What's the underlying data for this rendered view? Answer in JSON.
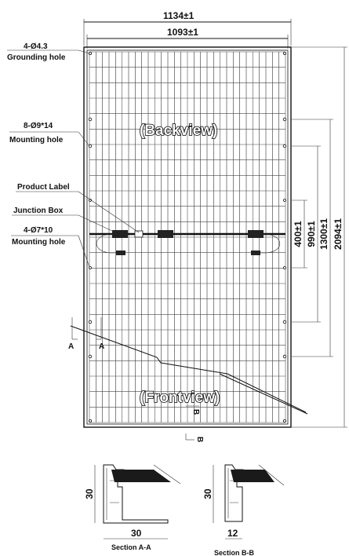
{
  "dimensions": {
    "overall_width": "1134±1",
    "inner_width": "1093±1",
    "mount_400": "400±1",
    "mount_990": "990±1",
    "mount_1300": "1300±1",
    "overall_length": "2094±1"
  },
  "callouts": {
    "grounding_spec": "4-Ø4.3",
    "grounding_label": "Grounding hole",
    "mounting_spec_1": "8-Ø9*14",
    "mounting_label_1": "Mounting hole",
    "product_label": "Product Label",
    "junction_box": "Junction Box",
    "mounting_spec_2": "4-Ø7*10",
    "mounting_label_2": "Mounting hole"
  },
  "views": {
    "back": "(Backview)",
    "front": "(Frontview)"
  },
  "section_markers": {
    "a": "A",
    "b": "B"
  },
  "sections": {
    "aa_height": "30",
    "aa_width": "30",
    "aa_title": "Section A-A",
    "bb_height": "30",
    "bb_width": "12",
    "bb_title": "Section B-B"
  }
}
